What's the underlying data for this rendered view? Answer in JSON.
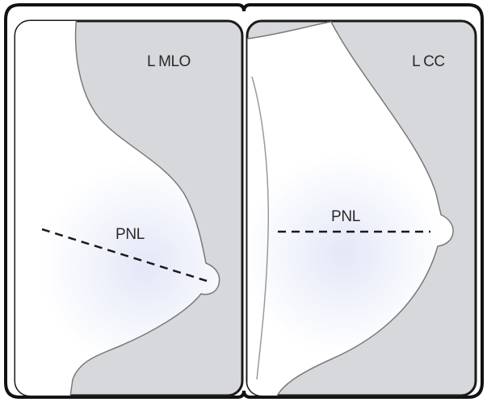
{
  "panels": {
    "left": {
      "view_label": "L MLO",
      "line_label": "PNL"
    },
    "right": {
      "view_label": "L CC",
      "line_label": "PNL"
    }
  },
  "colors": {
    "panel_background": "#d6d8dc",
    "breast_fill": "#ffffff",
    "breast_glow": "#dde2f4",
    "outline": "#1a1a1a",
    "text": "#2a2a2a"
  }
}
